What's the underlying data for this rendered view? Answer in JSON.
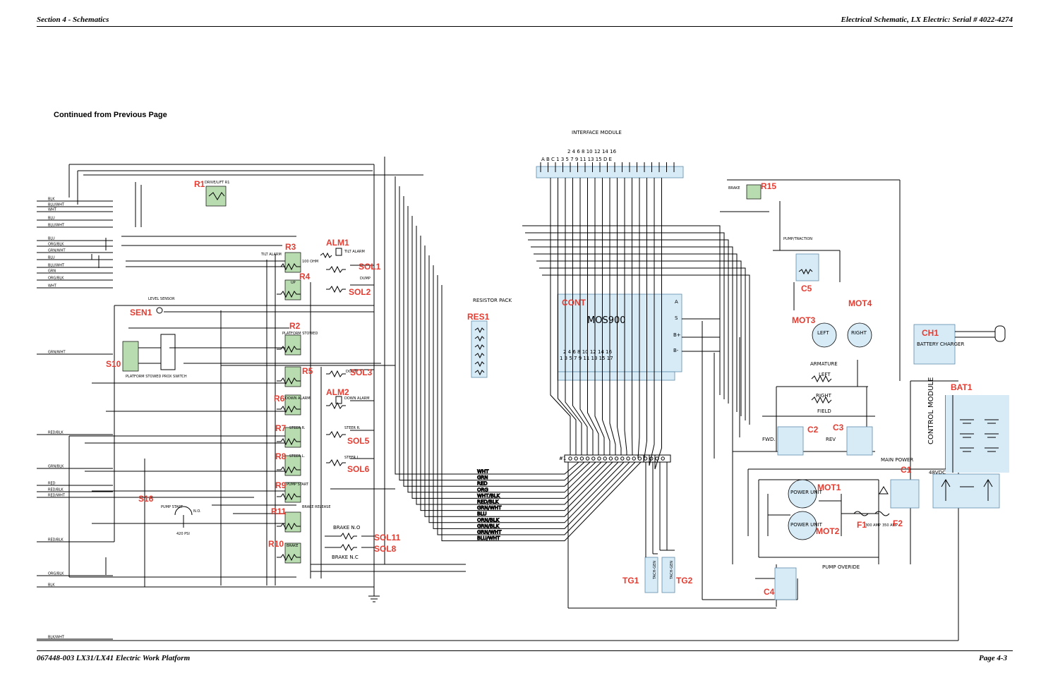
{
  "header": {
    "left": "Section 4 - Schematics",
    "right": "Electrical Schematic, LX Electric: Serial # 4022-4274"
  },
  "continued_note": "Continued from Previous Page",
  "footer": {
    "left": "067448-003  LX31/LX41 Electric Work Platform",
    "right": "Page 4-3"
  },
  "left_wires": [
    "BLK",
    "BLU/WHT",
    "WHT",
    "BLU",
    "BLU/WHT",
    "BLU",
    "ORG/BLK",
    "GRN/WHT",
    "BLU",
    "BLU/WHT",
    "GRN",
    "ORG/BLK",
    "WHT",
    "GRN/WHT",
    "RED/BLK",
    "GRN/BLK",
    "RED",
    "RED/BLK",
    "RED/WHT",
    "RED/BLK",
    "ORG/BLK",
    "BLK",
    "BLK/WHT"
  ],
  "components": {
    "R1": {
      "ref": "R1",
      "label": "DRIVE/LIFT R1"
    },
    "R3": {
      "ref": "R3",
      "label": "TILT ALARM"
    },
    "R4": {
      "ref": "R4",
      "label": "UP"
    },
    "R2": {
      "ref": "R2",
      "label": "PLATFORM STOWED"
    },
    "R5": {
      "ref": "R5",
      "label": "DOWN"
    },
    "R6": {
      "ref": "R6",
      "label": "DOWN ALARM"
    },
    "R7": {
      "ref": "R7",
      "label": "STEER R."
    },
    "R8": {
      "ref": "R8",
      "label": "STEER L."
    },
    "R9": {
      "ref": "R9",
      "label": "PUMP START"
    },
    "R11": {
      "ref": "R11",
      "label": "BRAKE RELEASE"
    },
    "R10": {
      "ref": "R10",
      "label": "BRAKE"
    },
    "R15": {
      "ref": "R15",
      "label": "BRAKE"
    },
    "ALM1": {
      "ref": "ALM1",
      "label": "TILT ALARM"
    },
    "ALM2": {
      "ref": "ALM2",
      "label": "DOWN ALARM"
    },
    "SOL1": {
      "ref": "SOL1",
      "label": "DUMP"
    },
    "SOL2": {
      "ref": "SOL2"
    },
    "SOL3": {
      "ref": "SOL3"
    },
    "SOL5": {
      "ref": "SOL5",
      "label": "STEER R."
    },
    "SOL6": {
      "ref": "SOL6",
      "label": "STEER L."
    },
    "SOL11": {
      "ref": "SOL11",
      "label": "BRAKE N.O"
    },
    "SOL8": {
      "ref": "SOL8",
      "label": "BRAKE N.C"
    },
    "SEN1": {
      "ref": "SEN1",
      "label": "LEVEL SENSOR"
    },
    "S10": {
      "ref": "S10",
      "label": "PLATFORM STOWED PROX SWITCH"
    },
    "S16": {
      "ref": "S16",
      "label": "PUMP START",
      "setting": "420 PSI",
      "contact": "N.O."
    },
    "RES1": {
      "ref": "RES1",
      "label": "RESISTOR PACK"
    },
    "CONT": {
      "ref": "CONT",
      "model": "MOS900"
    },
    "MOT3": {
      "ref": "MOT3",
      "label": "LEFT"
    },
    "MOT4": {
      "ref": "MOT4",
      "label": "RIGHT"
    },
    "C5": {
      "ref": "C5",
      "label": "PUMP/TRACTION"
    },
    "CH1": {
      "ref": "CH1",
      "label": "BATTERY CHARGER"
    },
    "BAT1": {
      "ref": "BAT1",
      "label": "48VDC"
    },
    "C2": {
      "ref": "C2",
      "label": "FWD."
    },
    "C3": {
      "ref": "C3",
      "label": "REV"
    },
    "C1": {
      "ref": "C1",
      "label": "MAIN POWER"
    },
    "MOT1": {
      "ref": "MOT1",
      "label": "POWER UNIT"
    },
    "MOT2": {
      "ref": "MOT2",
      "label": "POWER UNIT"
    },
    "F1": {
      "ref": "F1",
      "rating": "300 AMP"
    },
    "F2": {
      "ref": "F2",
      "rating": "350 AMP"
    },
    "C4": {
      "ref": "C4",
      "label": "PUMP OVERIDE"
    },
    "TG1": {
      "ref": "TG1",
      "label": "TACH-GEN"
    },
    "TG2": {
      "ref": "TG2",
      "label": "TACH-GEN"
    }
  },
  "interface_module": {
    "title": "INTERFACE MODULE",
    "top_pins": "2   4   6   8  10  12  14  16",
    "bottom_pins": "A B C 1  3   5   7   9  11  13  15  D  E"
  },
  "controller_pins": {
    "top": "2   4   6   8  10  12  14  16",
    "bottom": "1   3   5   7   9  11  13  15  17",
    "right": [
      "A",
      "S",
      "B+",
      "B-"
    ]
  },
  "labels": {
    "armature": "ARMATURE",
    "field": "FIELD",
    "left": "LEFT",
    "right": "RIGHT",
    "control_module": "CONTROL MODULE",
    "hundred_ohm": "100 OHM",
    "connector": "#1"
  },
  "bundle_wires": [
    "WHT",
    "GRN",
    "RED",
    "ORG",
    "WHT/BLK",
    "RED/BLK",
    "GRN/WHT",
    "BLU",
    "ORN/BLK",
    "GRN/BLK",
    "GRN/WHT",
    "BLU/WHT"
  ]
}
